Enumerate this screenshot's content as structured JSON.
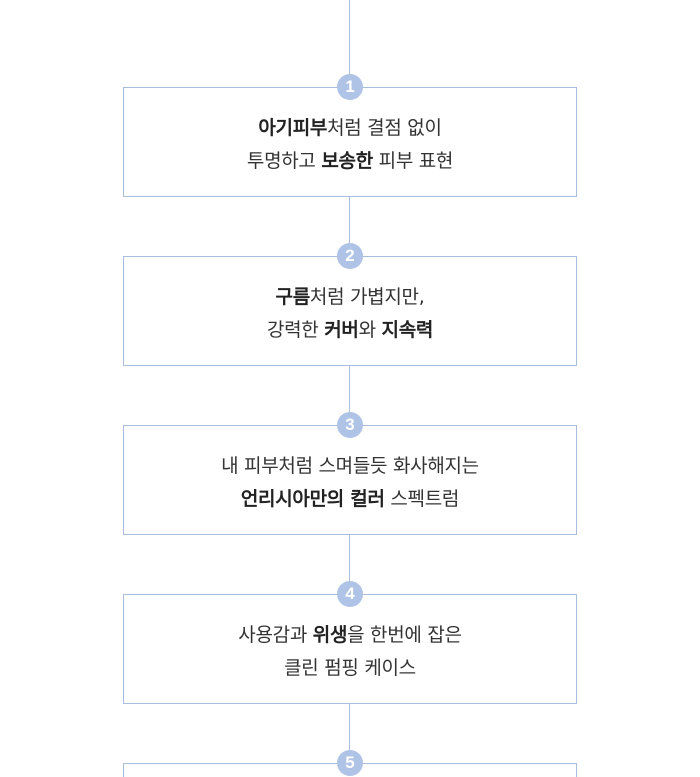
{
  "accent_color": "#aec3e6",
  "line_color": "#a9bedc",
  "steps": [
    {
      "number": "1",
      "line1": [
        {
          "text": "아기피부",
          "bold": true
        },
        {
          "text": "처럼 결점 없이",
          "bold": false
        }
      ],
      "line2": [
        {
          "text": "투명하고 ",
          "bold": false
        },
        {
          "text": "보송한",
          "bold": true
        },
        {
          "text": " 피부 표현",
          "bold": false
        }
      ]
    },
    {
      "number": "2",
      "line1": [
        {
          "text": "구름",
          "bold": true
        },
        {
          "text": "처럼 가볍지만,",
          "bold": false
        }
      ],
      "line2": [
        {
          "text": "강력한 ",
          "bold": false
        },
        {
          "text": "커버",
          "bold": true
        },
        {
          "text": "와 ",
          "bold": false
        },
        {
          "text": "지속력",
          "bold": true
        }
      ]
    },
    {
      "number": "3",
      "line1": [
        {
          "text": "내 피부처럼 스며들듯 화사해지는",
          "bold": false
        }
      ],
      "line2": [
        {
          "text": "언리시아만의 컬러",
          "bold": true
        },
        {
          "text": " 스펙트럼",
          "bold": false
        }
      ]
    },
    {
      "number": "4",
      "line1": [
        {
          "text": "사용감과 ",
          "bold": false
        },
        {
          "text": "위생",
          "bold": true
        },
        {
          "text": "을 한번에 잡은",
          "bold": false
        }
      ],
      "line2": [
        {
          "text": "클린 펌핑 케이스",
          "bold": false
        }
      ]
    },
    {
      "number": "5",
      "line1": [],
      "line2": []
    }
  ]
}
